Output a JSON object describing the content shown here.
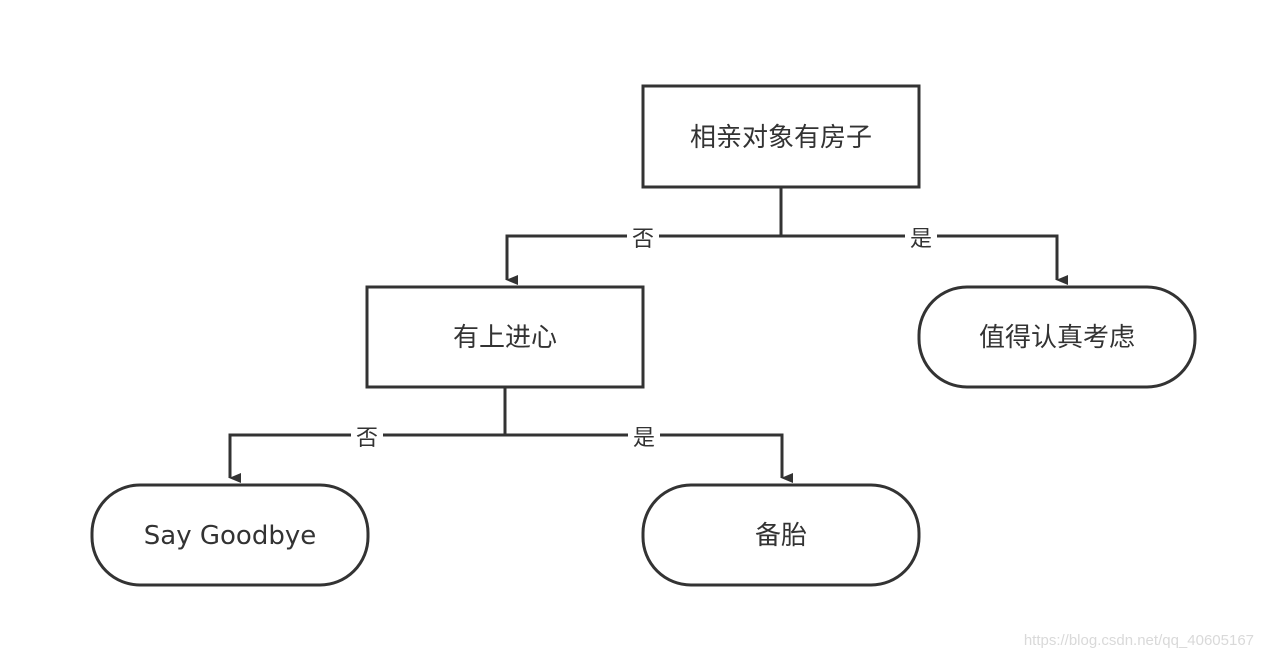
{
  "diagram": {
    "nodes": {
      "root": {
        "label": "相亲对象有房子",
        "shape": "rect"
      },
      "mid": {
        "label": "有上进心",
        "shape": "rect"
      },
      "consider": {
        "label": "值得认真考虑",
        "shape": "rounded"
      },
      "goodbye": {
        "label": "Say Goodbye",
        "shape": "rounded"
      },
      "backup": {
        "label": "备胎",
        "shape": "rounded"
      }
    },
    "edges": {
      "root_no": {
        "label": "否",
        "from": "root",
        "to": "mid"
      },
      "root_yes": {
        "label": "是",
        "from": "root",
        "to": "consider"
      },
      "mid_no": {
        "label": "否",
        "from": "mid",
        "to": "goodbye"
      },
      "mid_yes": {
        "label": "是",
        "from": "mid",
        "to": "backup"
      }
    }
  },
  "watermark": "https://blog.csdn.net/qq_40605167",
  "colors": {
    "stroke": "#333333",
    "text": "#333333",
    "background": "#ffffff",
    "watermark": "#d9d9d9"
  }
}
